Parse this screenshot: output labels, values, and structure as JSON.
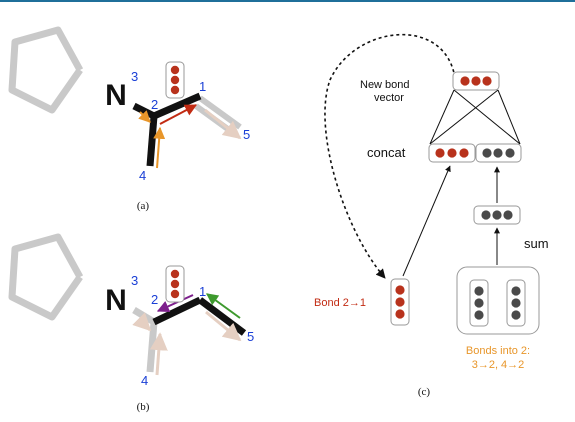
{
  "colors": {
    "atom_blue": "#1a3fd6",
    "bond_red": "#c22b13",
    "bond_orange": "#e8962a",
    "bond_purple": "#7d1f8c",
    "bond_green": "#3e9a2e",
    "gray_bond": "#c9c9c9",
    "dot_red": "#b8321c",
    "dot_dark": "#4a4a4a",
    "frame_top": "#1f6f9a"
  },
  "panel_a": {
    "atom": "N",
    "indices": [
      "3",
      "2",
      "1",
      "4",
      "5"
    ],
    "caption": "(a)"
  },
  "panel_b": {
    "atom": "N",
    "indices": [
      "3",
      "2",
      "1",
      "4",
      "5"
    ],
    "caption": "(b)"
  },
  "panel_c": {
    "new_bond_label_1": "New bond",
    "new_bond_label_2": "vector",
    "concat_label": "concat",
    "sum_label": "sum",
    "bond_label": "Bond 2→1",
    "bonds_into_1": "Bonds into 2:",
    "bonds_into_2": "3→2, 4→2",
    "caption": "(c)"
  }
}
